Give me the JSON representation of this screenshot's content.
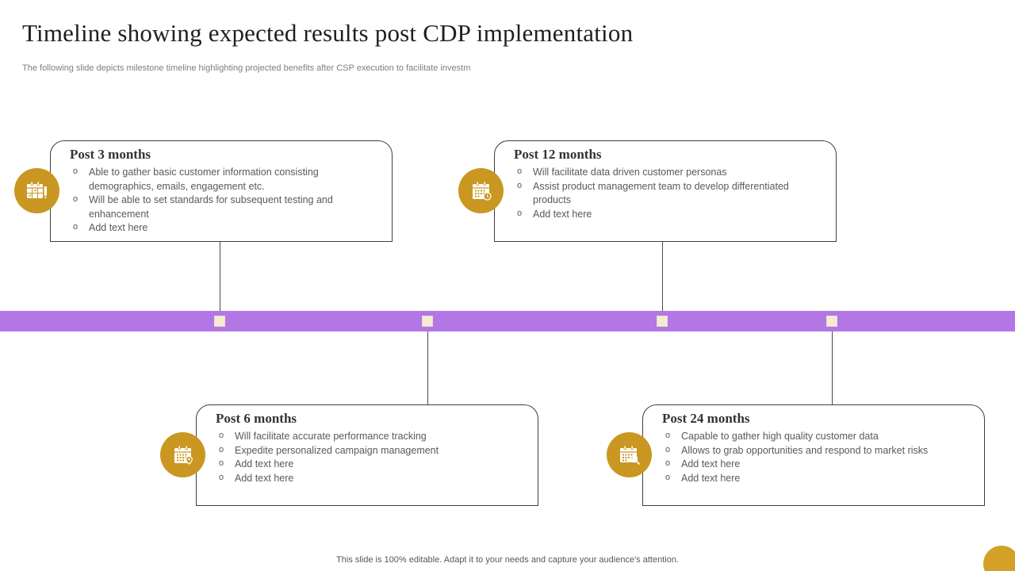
{
  "slide": {
    "title": "Timeline showing expected results post CDP implementation",
    "subtitle": "The following slide depicts milestone timeline highlighting projected benefits after CSP execution to facilitate investm",
    "footer": "This slide is 100% editable. Adapt it to your needs and capture your audience's attention."
  },
  "colors": {
    "timeline_purple": "#b277e4",
    "icon_gold": "#c99722",
    "marker_cream": "#f5ebd5",
    "card_border": "#3f3f3f",
    "body_text_gray": "#595959"
  },
  "milestones": [
    {
      "title": "Post 3 months",
      "icon": "calendar-pen-icon",
      "bullets": [
        "Able to gather basic customer information consisting demographics, emails, engagement etc.",
        "Will be able to set standards for subsequent testing and enhancement",
        "Add text here"
      ]
    },
    {
      "title": "Post 12 months",
      "icon": "calendar-clock-icon",
      "bullets": [
        "Will facilitate data driven customer personas",
        "Assist product management team to develop differentiated products",
        "Add text here"
      ]
    },
    {
      "title": "Post 6 months",
      "icon": "calendar-pin-icon",
      "bullets": [
        "Will facilitate accurate performance tracking",
        "Expedite personalized campaign management",
        "Add text here",
        "Add text here"
      ]
    },
    {
      "title": "Post 24 months",
      "icon": "calendar-search-icon",
      "bullets": [
        "Capable to gather high quality customer data",
        "Allows to grab opportunities and respond to market risks",
        "Add text here",
        "Add text here"
      ]
    }
  ]
}
